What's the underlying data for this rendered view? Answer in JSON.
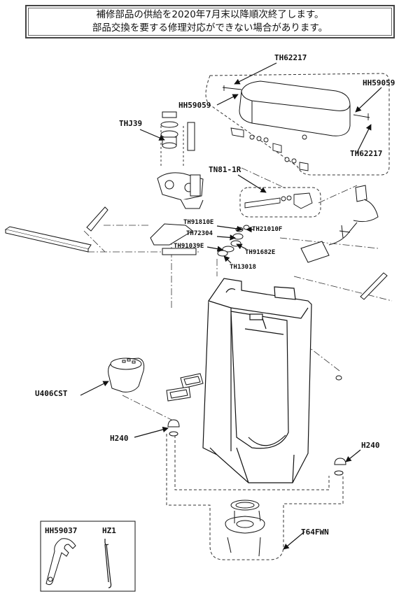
{
  "notice": {
    "line1": "補修部品の供給を2020年7月末以降順次終了します。",
    "line2": "部品交換を要する修理対応ができない場合があります。"
  },
  "parts": {
    "th62217_top": "TH62217",
    "hh59059_left": "HH59059",
    "hh59059_right": "HH59059",
    "th62217_right": "TH62217",
    "thj39": "THJ39",
    "tn81_1r": "TN81-1R",
    "th91810e": "TH91810E",
    "th72304": "TH72304",
    "th21010f": "TH21010F",
    "th91039e": "TH91039E",
    "th91682e": "TH91682E",
    "th13018": "TH13018",
    "u406cst": "U406CST",
    "h240_left": "H240",
    "h240_right": "H240",
    "t64fwn": "T64FWN",
    "hh59037": "HH59037",
    "hz1": "HZ1"
  }
}
